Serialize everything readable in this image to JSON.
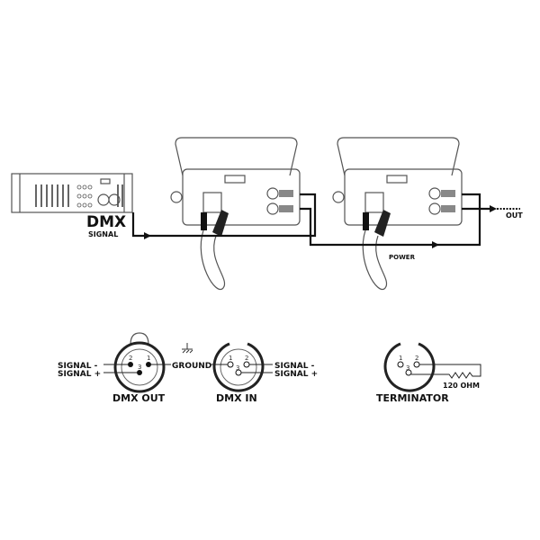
{
  "top": {
    "dmx_label": "DMX",
    "signal_label": "SIGNAL",
    "power_label": "POWER",
    "out_label": "OUT"
  },
  "bottom": {
    "dmx_out": {
      "title": "DMX OUT",
      "signal_minus": "SIGNAL -",
      "signal_plus": "SIGNAL +",
      "pins": [
        "1",
        "2",
        "3"
      ]
    },
    "dmx_in": {
      "title": "DMX IN",
      "ground": "GROUND",
      "signal_minus": "SIGNAL -",
      "signal_plus": "SIGNAL +",
      "pins": [
        "1",
        "2",
        "3"
      ]
    },
    "terminator": {
      "title": "TERMINATOR",
      "resistor": "120 OHM",
      "pins": [
        "1",
        "2",
        "3"
      ]
    }
  }
}
